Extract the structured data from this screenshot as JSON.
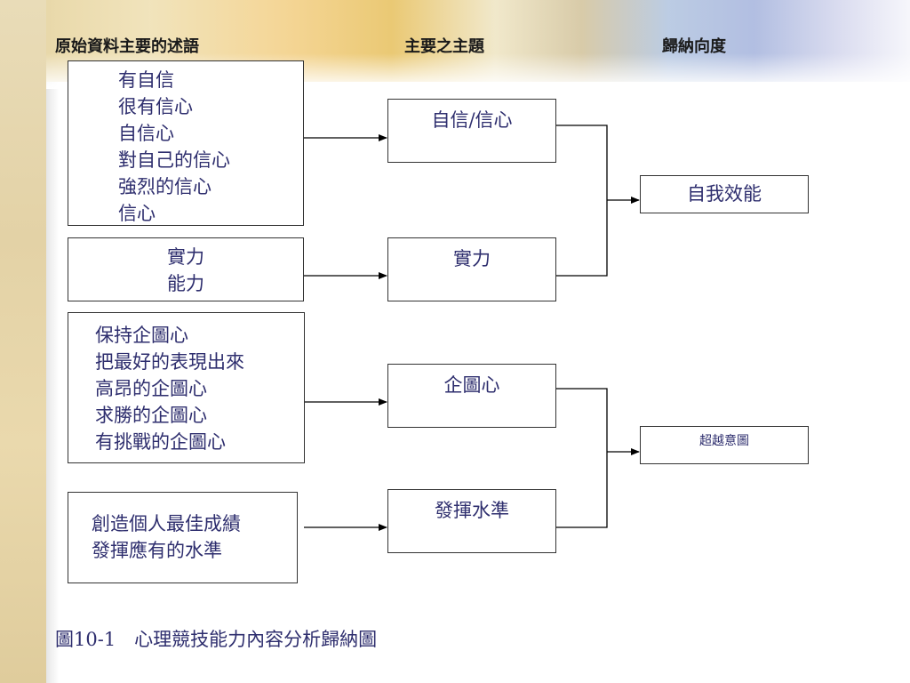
{
  "headers": {
    "left": "原始資料主要的述語",
    "middle": "主要之主題",
    "right": "歸納向度"
  },
  "sources": [
    {
      "lines": [
        "有自信",
        "很有信心",
        "自信心",
        "對自己的信心",
        "強烈的信心",
        "信心"
      ]
    },
    {
      "lines": [
        "實力",
        "能力"
      ]
    },
    {
      "lines": [
        "保持企圖心",
        "把最好的表現出來",
        "高昂的企圖心",
        "求勝的企圖心",
        "有挑戰的企圖心"
      ]
    },
    {
      "lines": [
        "創造個人最佳成績",
        "發揮應有的水準"
      ]
    }
  ],
  "themes": [
    "自信/信心",
    "實力",
    "企圖心",
    "發揮水準"
  ],
  "dimensions": [
    "自我效能",
    "超越意圖"
  ],
  "caption": "圖10-1　心理競技能力內容分析歸納圖"
}
